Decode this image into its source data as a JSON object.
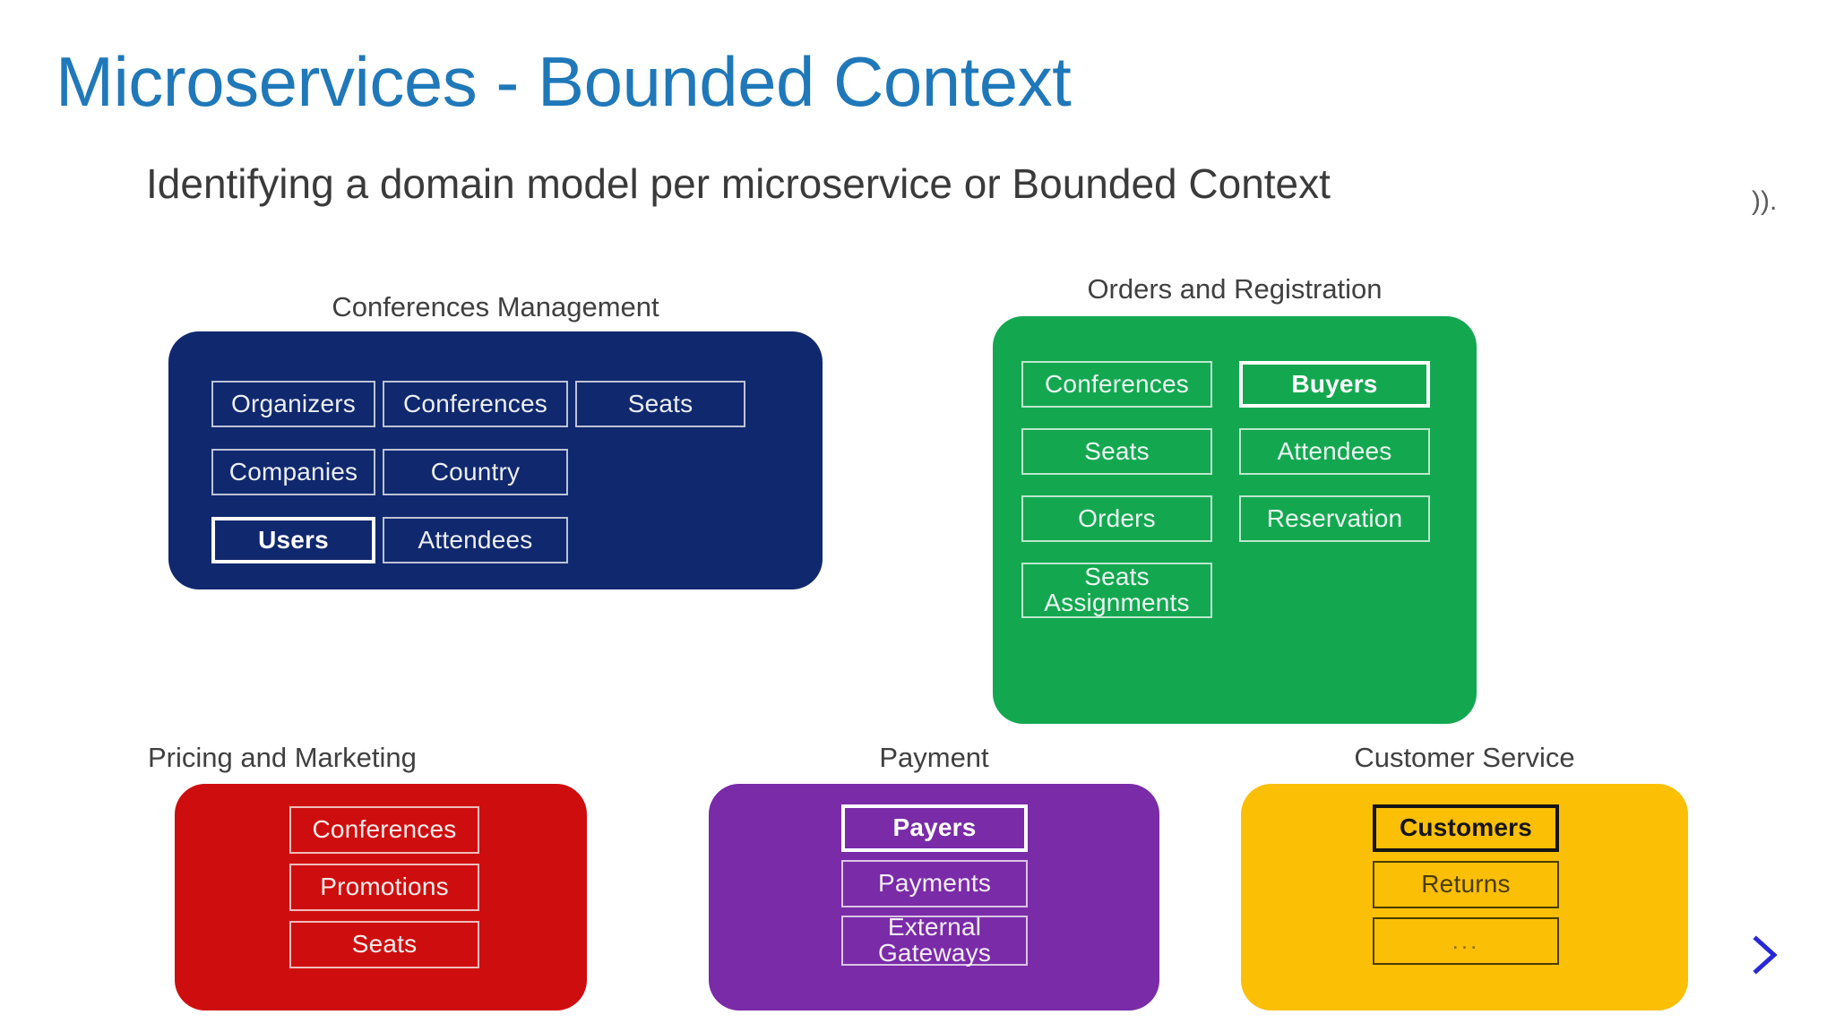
{
  "slide": {
    "title": "Microservices - Bounded Context",
    "subtitle": "Identifying a domain model per microservice or Bounded Context",
    "stray_fragment": ")).",
    "title_color": "#1F78B9",
    "subtitle_color": "#3A3A3A"
  },
  "next_control": {
    "icon": "chevron-right-icon",
    "label": ">",
    "color": "#2828D8"
  },
  "contexts": [
    {
      "id": "conferences-management",
      "label": "Conferences Management",
      "color": "#10286E",
      "entities": [
        {
          "label": "Organizers",
          "highlight": false
        },
        {
          "label": "Conferences",
          "highlight": false
        },
        {
          "label": "Seats",
          "highlight": false
        },
        {
          "label": "Companies",
          "highlight": false
        },
        {
          "label": "Country",
          "highlight": false
        },
        {
          "label": "",
          "highlight": false,
          "empty": true
        },
        {
          "label": "Users",
          "highlight": true
        },
        {
          "label": "Attendees",
          "highlight": false
        },
        {
          "label": "",
          "highlight": false,
          "empty": true
        }
      ]
    },
    {
      "id": "orders-registration",
      "label": "Orders and Registration",
      "color": "#13A850",
      "entities": [
        {
          "label": "Conferences",
          "highlight": false
        },
        {
          "label": "Buyers",
          "highlight": true
        },
        {
          "label": "Seats",
          "highlight": false
        },
        {
          "label": "Attendees",
          "highlight": false
        },
        {
          "label": "Orders",
          "highlight": false
        },
        {
          "label": "Reservation",
          "highlight": false
        },
        {
          "label": "Seats\nAssignments",
          "highlight": false,
          "two_line": true
        },
        {
          "label": "",
          "highlight": false,
          "empty": true
        }
      ]
    },
    {
      "id": "pricing-marketing",
      "label": "Pricing and Marketing",
      "color": "#CE0E0E",
      "entities": [
        {
          "label": "Conferences",
          "highlight": false
        },
        {
          "label": "Promotions",
          "highlight": false
        },
        {
          "label": "Seats",
          "highlight": false
        }
      ]
    },
    {
      "id": "payment",
      "label": "Payment",
      "color": "#7A2BA8",
      "entities": [
        {
          "label": "Payers",
          "highlight": true
        },
        {
          "label": "Payments",
          "highlight": false
        },
        {
          "label": "External\nGateways",
          "highlight": false,
          "two_line": true
        }
      ]
    },
    {
      "id": "customer-service",
      "label": "Customer Service",
      "color": "#FBBF06",
      "entities": [
        {
          "label": "Customers",
          "highlight": true
        },
        {
          "label": "Returns",
          "highlight": false
        },
        {
          "label": "...",
          "highlight": false,
          "ellipsis": true
        }
      ]
    }
  ]
}
